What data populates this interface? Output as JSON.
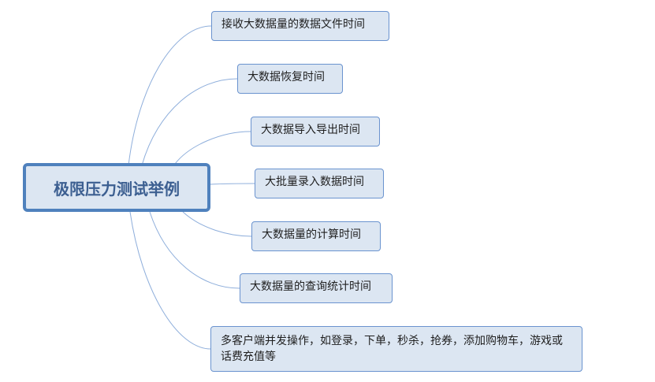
{
  "root": {
    "label": "极限压力测试举例"
  },
  "branches": [
    {
      "label": "接收大数据量的数据文件时间"
    },
    {
      "label": "大数据恢复时间"
    },
    {
      "label": "大数据导入导出时间"
    },
    {
      "label": "大批量录入数据时间"
    },
    {
      "label": "大数据量的计算时间"
    },
    {
      "label": "大数据量的查询统计时间"
    },
    {
      "label": "多客户端并发操作，如登录，下单，秒杀，抢券，添加购物车，游戏或话费充值等"
    }
  ],
  "colors": {
    "node_fill": "#dce6f2",
    "node_border": "#6a93cf",
    "root_border": "#4f81bd",
    "root_text": "#3c5f91",
    "connector": "#8eaedb"
  }
}
